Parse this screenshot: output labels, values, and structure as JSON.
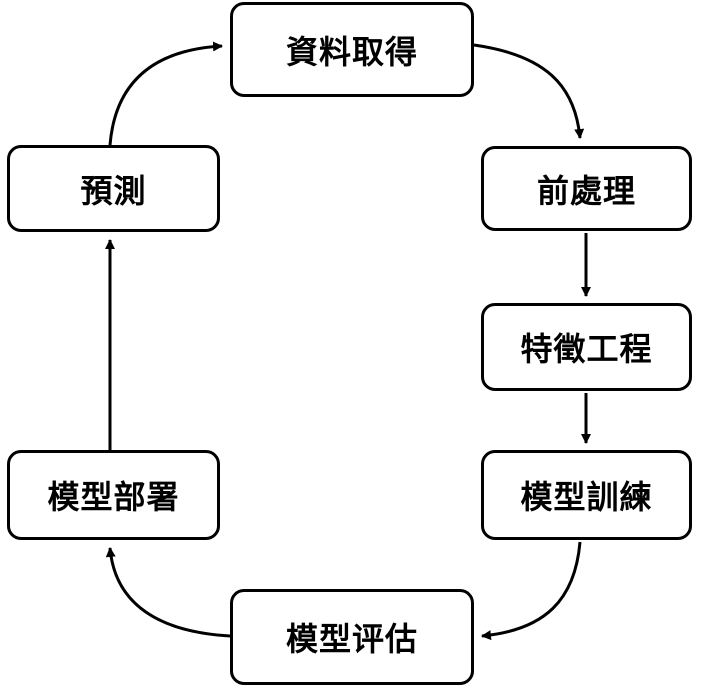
{
  "diagram": {
    "nodes": {
      "data_acquisition": "資料取得",
      "preprocessing": "前處理",
      "feature_engineering": "特徵工程",
      "model_training": "模型訓練",
      "model_evaluation": "模型评估",
      "model_deployment": "模型部署",
      "prediction": "預測"
    },
    "colors": {
      "stroke": "#000000",
      "fill": "#ffffff"
    }
  }
}
